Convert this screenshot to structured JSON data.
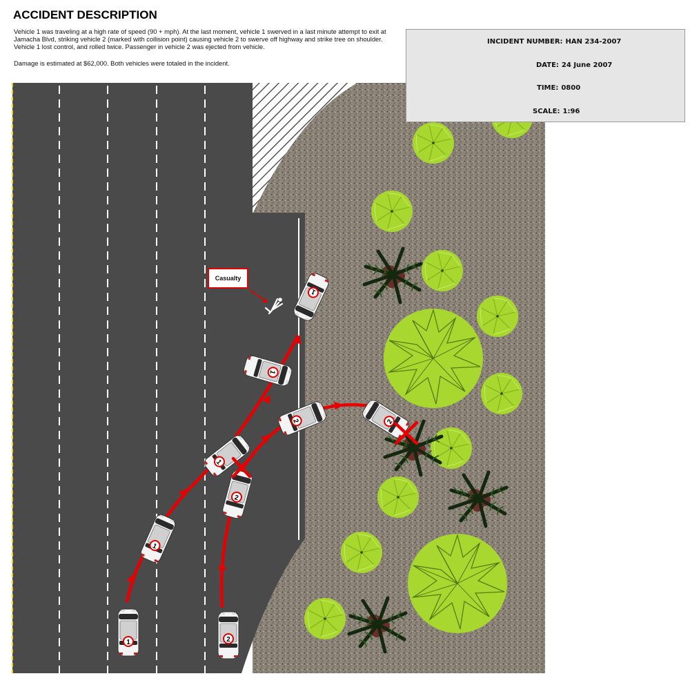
{
  "title": "ACCIDENT DESCRIPTION",
  "description": [
    "Vehicle 1 was traveling at a high rate of speed (90 + mph).  At the last moment, vehicle 1 swerved in a last minute attempt to exit at Jamacha Blvd, striking vehicle 2  (marked with collision point) causing vehicle 2 to swerve off highway and strike tree on shoulder.  Vehicle 1 lost control, and rolled twice.  Passenger in vehicle 2 was ejected from vehicle.",
    "Damage is estimated at $62,000.  Both vehicles were totaled in the incident."
  ],
  "info": {
    "incident_label": "INCIDENT NUMBER:",
    "incident_value": "HAN 234-2007",
    "date_label": "DATE:",
    "date_value": "24 June 2007",
    "time_label": "TIME:",
    "time_value": "0800",
    "scale_label": "SCALE:",
    "scale_value": "1:96"
  },
  "callout": "Casualty",
  "vehicle_1_number": "1",
  "vehicle_2_number": "2",
  "colors": {
    "road": "#4a4a4a",
    "path": "#e80000",
    "shrub": "#a8d830",
    "palm": "#1c3a14"
  }
}
